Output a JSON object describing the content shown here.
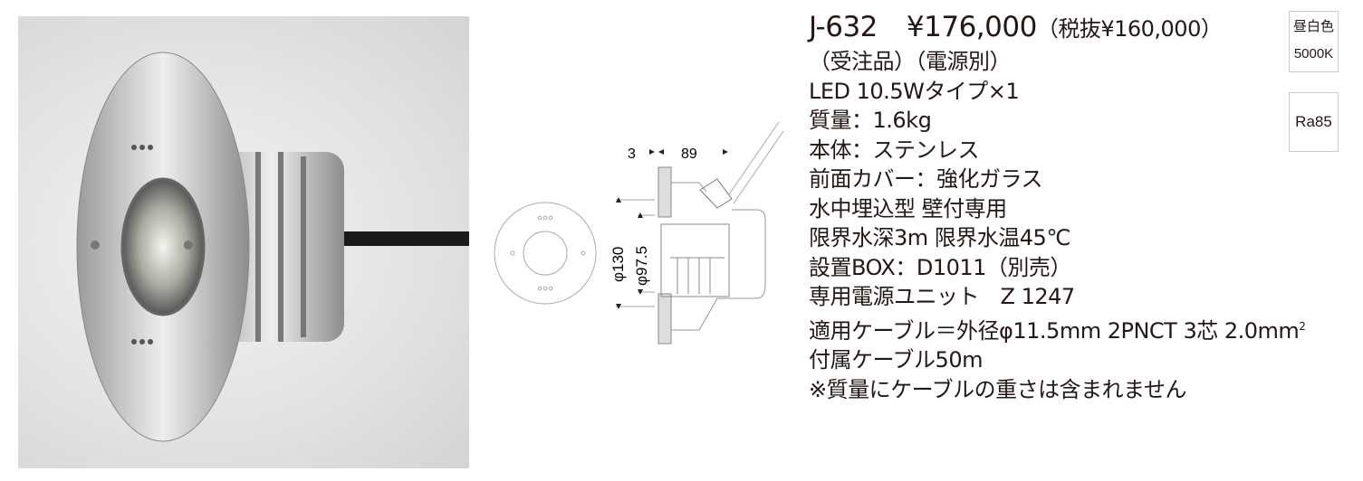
{
  "product": {
    "model": "J-632",
    "price": "¥176,000",
    "price_ex_tax": "（税抜¥160,000）",
    "lines": [
      "（受注品）（電源別）",
      "LED 10.5Wタイプ×1",
      "質量：1.6kg",
      "本体：ステンレス",
      "前面カバー：強化ガラス",
      "水中埋込型 壁付専用",
      "限界水深3m 限界水温45℃",
      "設置BOX：D1011（別売）",
      "専用電源ユニット　Z 1247"
    ],
    "cable_line": "適用ケーブル＝外径φ11.5mm 2PNCT 3芯 2.0mm",
    "cable_sup": "2",
    "lines2": [
      "付属ケーブル50m",
      "※質量にケーブルの重さは含まれません"
    ]
  },
  "badges": {
    "color_name": "昼白色",
    "color_temp": "5000K",
    "ra": "Ra85"
  },
  "drawing": {
    "dim_flange": "3",
    "dim_depth": "89",
    "dim_outer": "φ130",
    "dim_inner": "φ97.5"
  }
}
